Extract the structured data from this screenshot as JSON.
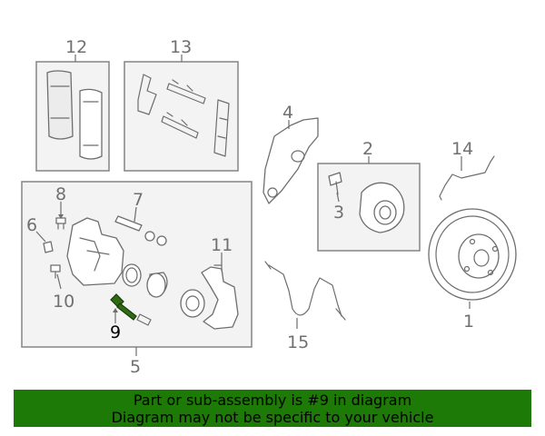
{
  "callouts": {
    "c1": "1",
    "c2": "2",
    "c3": "3",
    "c4": "4",
    "c5": "5",
    "c6": "6",
    "c7": "7",
    "c8": "8",
    "c9": "9",
    "c10": "10",
    "c11": "11",
    "c12": "12",
    "c13": "13",
    "c14": "14",
    "c15": "15"
  },
  "highlighted_part": "9",
  "highlight_color": "#2e6b12",
  "banner": {
    "line1": "Part or sub-assembly is #9 in diagram",
    "line2": "Diagram may not be specific to your vehicle",
    "background": "#1d7a06"
  }
}
